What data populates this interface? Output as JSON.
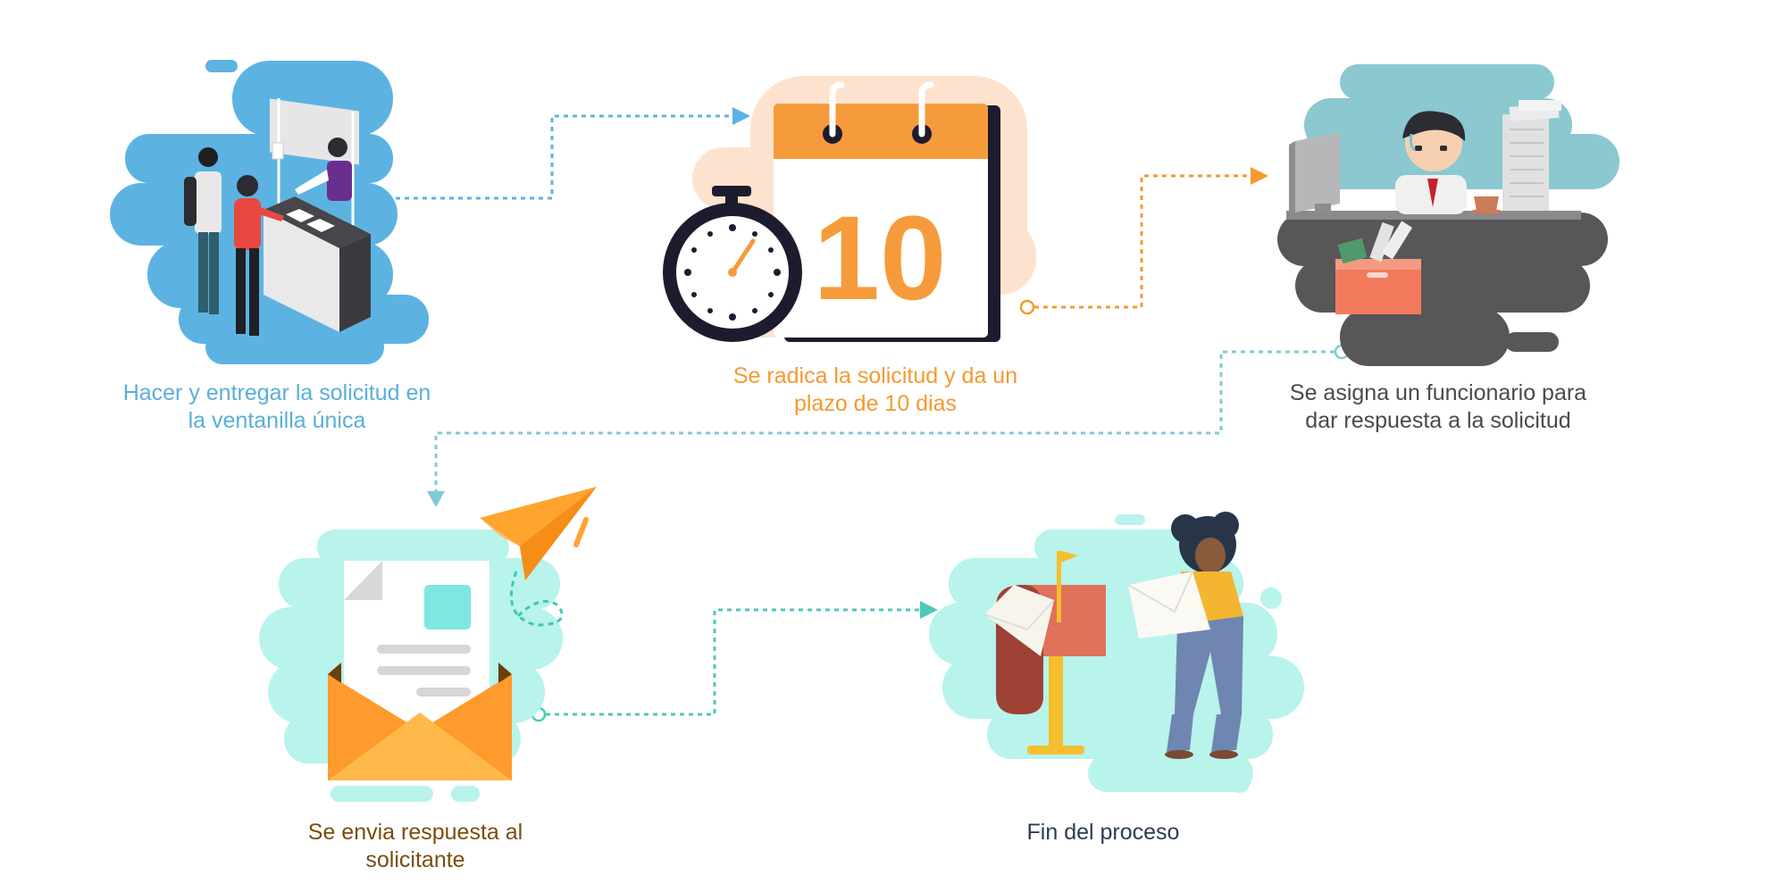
{
  "steps": [
    {
      "lines": [
        "Hacer y entregar la solicitud en",
        "la ventanilla única"
      ],
      "color": "#5aaedb"
    },
    {
      "lines": [
        "Se radica la solicitud y da un",
        "plazo de 10 dias"
      ],
      "color": "#f6992f"
    },
    {
      "lines": [
        "Se asigna un funcionario para",
        "dar respuesta a la solicitud"
      ],
      "color": "#4a4a4a"
    },
    {
      "lines": [
        "Se envia respuesta al",
        "solicitante"
      ],
      "color": "#7a4d0e"
    },
    {
      "lines": [
        "Fin del proceso"
      ],
      "color": "#2d3b55"
    }
  ],
  "calendar": {
    "day": "10"
  },
  "colors": {
    "blue": "#5cb3e2",
    "orange": "#f6992f",
    "teal": "#7fcbd6",
    "mint": "#b8f3ec",
    "dark": "#575759"
  }
}
